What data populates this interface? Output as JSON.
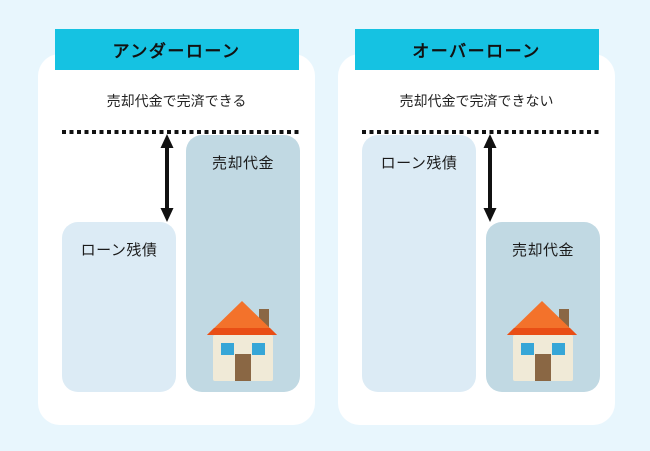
{
  "colors": {
    "page_background": "#e8f6fd",
    "card_background": "#ffffff",
    "header_background": "#15c2e2",
    "header_text": "#121212",
    "bar_loan_balance": "#dcebf5",
    "bar_sale_price": "#c1d9e3",
    "dotted_line_and_arrow": "#111111",
    "house_roof": "#f3722b",
    "house_roof_eave": "#e94e15",
    "house_wall": "#f0ead7",
    "house_window": "#36a6d7",
    "house_door_chimney": "#8a6744"
  },
  "icons": {
    "house": "house-icon",
    "gap_arrow": "double-headed-vertical-arrow-icon",
    "threshold": "dotted-threshold-line"
  },
  "panels": [
    {
      "header": "アンダーローン",
      "subtitle": "売却代金で完済できる",
      "left_bar": {
        "label": "ローン残債",
        "size": "short",
        "color": "light-blue"
      },
      "right_bar": {
        "label": "売却代金",
        "size": "tall",
        "color": "blue-gray",
        "house": true
      },
      "gap_arrow_between": "dotted-line and loan-balance-bar-top"
    },
    {
      "header": "オーバーローン",
      "subtitle": "売却代金で完済できない",
      "left_bar": {
        "label": "ローン残債",
        "size": "tall",
        "color": "light-blue"
      },
      "right_bar": {
        "label": "売却代金",
        "size": "short",
        "color": "blue-gray",
        "house": true
      },
      "gap_arrow_between": "dotted-line and sale-price-bar-top"
    }
  ]
}
